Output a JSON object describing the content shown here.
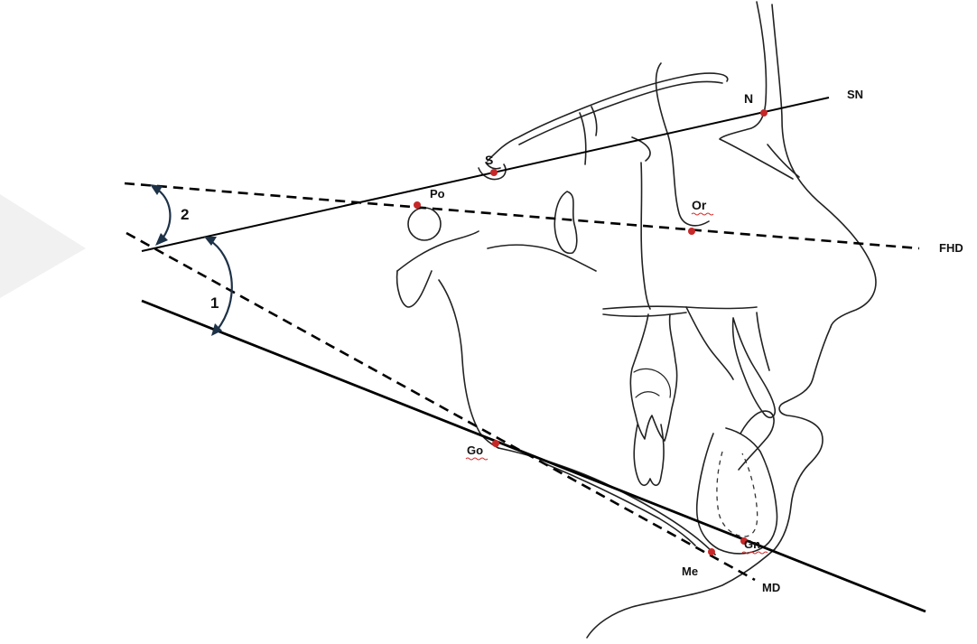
{
  "lines": {
    "sn": "SN",
    "fhd": "FHD",
    "md": "MD"
  },
  "landmarks": {
    "n": "N",
    "s": "S",
    "po": "Po",
    "or": "Or",
    "go": "Go",
    "gn": "Gn",
    "me": "Me"
  },
  "angles": {
    "angle_1": "1",
    "angle_2": "2"
  },
  "colors": {
    "landmark": "#c62828",
    "arc": "#1d3147",
    "line": "#000000"
  }
}
